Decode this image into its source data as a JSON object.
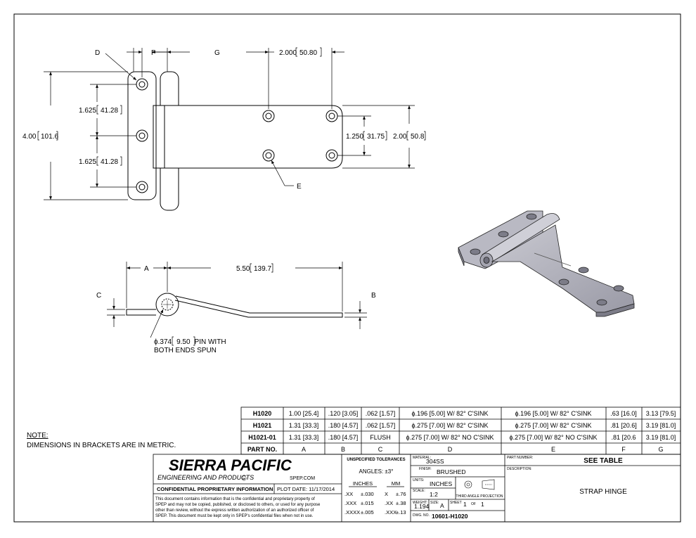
{
  "drawing": {
    "note_title": "NOTE:",
    "note_text": "DIMENSIONS IN BRACKETS ARE IN METRIC.",
    "labels": {
      "D": "D",
      "F": "F",
      "G": "G",
      "E": "E",
      "A": "A",
      "B": "B",
      "C": "C"
    },
    "dims": {
      "g_len": "2.000",
      "g_len_mm": "50.80",
      "hole_sp1": "1.625",
      "hole_sp1_mm": "41.28",
      "hole_sp2": "1.625",
      "hole_sp2_mm": "41.28",
      "height": "4.00",
      "height_mm": "101.6",
      "strap_hole_sp": "1.250",
      "strap_hole_sp_mm": "31.75",
      "strap_w": "2.00",
      "strap_w_mm": "50.8",
      "length": "5.50",
      "length_mm": "139.7"
    },
    "pin_note_line1_a": "ϕ.374",
    "pin_note_line1_mm": "9.50",
    "pin_note_line1_b": "PIN WITH",
    "pin_note_line2": "BOTH ENDS SPUN"
  },
  "part_table": {
    "rows": [
      {
        "part": "H1020",
        "a": "1.00 [25.4]",
        "b": ".120 [3.05]",
        "c": ".062 [1.57]",
        "d": "ϕ.196 [5.00] W/ 82° C'SINK",
        "e": "ϕ.196 [5.00] W/ 82° C'SINK",
        "f": ".63 [16.0]",
        "g": "3.13 [79.5]"
      },
      {
        "part": "H1021",
        "a": "1.31 [33.3]",
        "b": ".180 [4.57]",
        "c": ".062 [1.57]",
        "d": "ϕ.275 [7.00] W/ 82° C'SINK",
        "e": "ϕ.275 [7.00] W/ 82° C'SINK",
        "f": ".81 [20.6]",
        "g": "3.19 [81.0]"
      },
      {
        "part": "H1021-01",
        "a": "1.31 [33.3]",
        "b": ".180 [4.57]",
        "c": "FLUSH",
        "d": "ϕ.275 [7.00] W/ 82° NO C'SINK",
        "e": "ϕ.275 [7.00] W/ 82° NO C'SINK",
        "f": ".81 [20.6",
        "g": "3.19 [81.0]"
      }
    ],
    "header": {
      "part": "PART NO.",
      "a": "A",
      "b": "B",
      "c": "C",
      "d": "D",
      "e": "E",
      "f": "F",
      "g": "G"
    }
  },
  "title_block": {
    "company": "SIERRA PACIFIC",
    "company_sub": "ENGINEERING AND PRODUCTS",
    "reg_mark": "R",
    "website": "SPEP.COM",
    "confidential": "CONFIDENTIAL PROPRIETARY INFORMATION",
    "plot_date": "PLOT DATE: 11/17/2014",
    "disclaimer": [
      "This document contains information that is the confidential and proprietary property of",
      "SPEP and may not be copied, published, or disclosed to others, or used for any purpose",
      "other than review, without the express written authorization of an authorized officer of",
      "SPEP. This document must be kept only in SPEP's confidential files when not in use."
    ],
    "tol_title": "UNSPECIFIED TOLERANCES",
    "angles": "ANGLES: ±3°",
    "inches_hdr": "INCHES",
    "mm_hdr": "MM",
    "tol_rows": [
      {
        "in_fmt": ".XX",
        "in_val": "±.030",
        "mm_fmt": "X",
        "mm_val": "±.76"
      },
      {
        "in_fmt": ".XXX",
        "in_val": "±.015",
        "mm_fmt": ".XX",
        "mm_val": "±.38"
      },
      {
        "in_fmt": ".XXXX",
        "in_val": "±.005",
        "mm_fmt": ".XXX",
        "mm_val": "±.13"
      }
    ],
    "material_lbl": "MATERIAL:",
    "material": "304SS",
    "finish_lbl": "FINISH:",
    "finish": "BRUSHED",
    "units_lbl": "UNITS:",
    "units": "INCHES",
    "scale_lbl": "SCALE:",
    "scale": "1:2",
    "third_angle": "THIRD ANGLE PROJECTION",
    "weight_lbl": "WEIGHT:",
    "weight": "1.194",
    "size_lbl": "SIZE:",
    "size": "A",
    "sheet_lbl": "SHEET",
    "sheet": "1",
    "of_lbl": "OF",
    "of": "1",
    "dwg_lbl": "DWG. NO.",
    "dwg": "10601-H1020",
    "partnum_lbl": "PART NUMBER:",
    "partnum": "SEE TABLE",
    "desc_lbl": "DESCRIPTION:",
    "desc": "STRAP HINGE"
  }
}
